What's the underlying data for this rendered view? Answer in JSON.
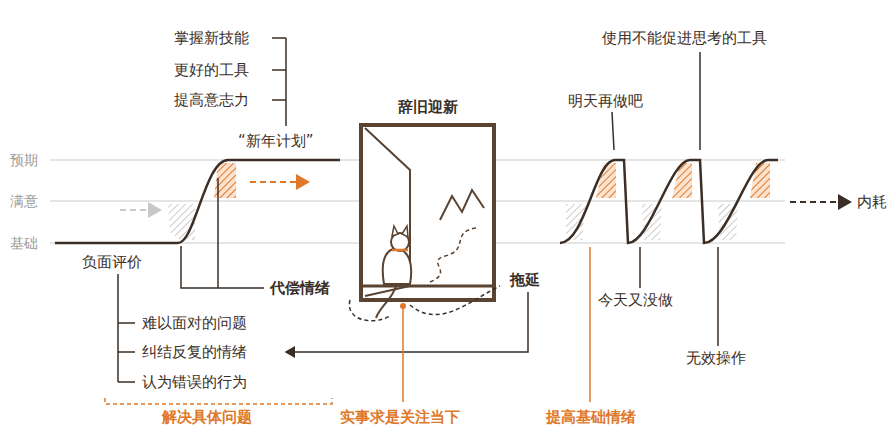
{
  "diagram": {
    "nodes": [
      {
        "text": [
          "辞旧迎新"
        ]
      }
    ],
    "labels": [
      "掌握新技能",
      "更好的工具",
      "提高意志力",
      "“新年计划”",
      "预期",
      "满意",
      "基础",
      "负面评价",
      "代偿情绪",
      "难以面对的问题",
      "纠结反复的情绪",
      "认为错误的行为",
      "解决具体问题",
      "实事求是关注当下",
      "拖延",
      "明天再做吧",
      "使用不能促进思考的工具",
      "今天又没做",
      "无效操作",
      "内耗",
      "提高基础情绪"
    ]
  }
}
